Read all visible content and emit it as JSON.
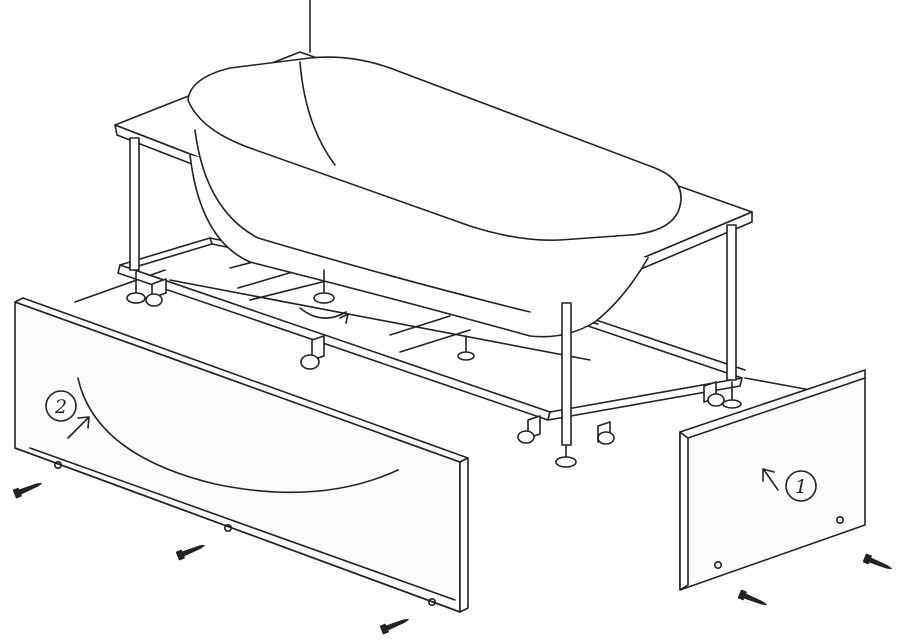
{
  "diagram": {
    "step_labels": [
      {
        "id": "side-panel",
        "text": "1"
      },
      {
        "id": "front-panel",
        "text": "2"
      }
    ],
    "colors": {
      "line": "#222222",
      "fill": "#ffffff",
      "panel_fill": "#fbfbfb"
    }
  }
}
